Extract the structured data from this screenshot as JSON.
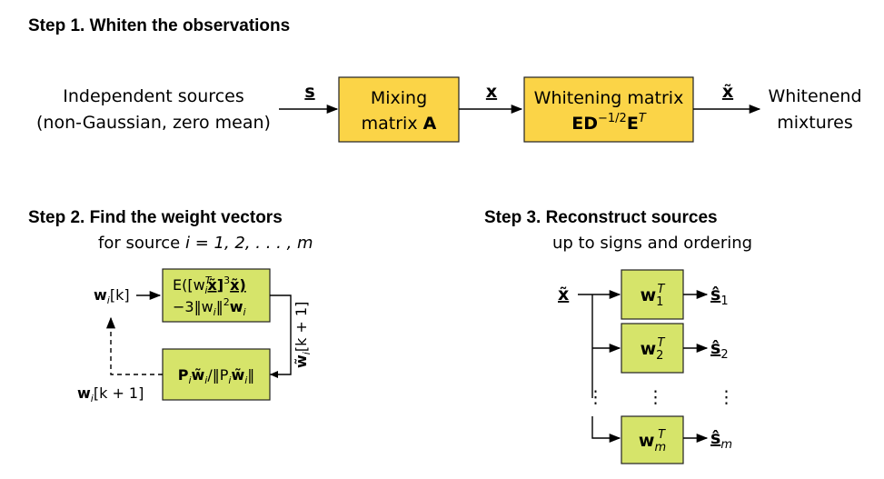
{
  "step1": {
    "title": "Step 1. Whiten the observations",
    "source_line1": "Independent sources",
    "source_line2": "(non-Gaussian, zero mean)",
    "s_label": "s",
    "mixing_line1": "Mixing",
    "mixing_line2_text": "matrix ",
    "mixing_line2_bold": "A",
    "x_label": "x",
    "whitening_line1": "Whitening matrix",
    "whitening_E": "ED",
    "whitening_exp": "−1/2",
    "whitening_E2": "E",
    "whitening_T": "T",
    "xtilde_label": "x̃",
    "out_line1": "Whitenend",
    "out_line2": "mixtures"
  },
  "step2": {
    "title": "Step 2. Find the weight vectors",
    "subtitle_text": "for source ",
    "subtitle_math": "i = 1, 2, . . . , m",
    "input_label": "w",
    "input_sub": "i",
    "input_idx": "[k]",
    "box1_line1": "E([w",
    "box1_line1_rest": "x̃]",
    "box1_line1_end": "x̃)",
    "box1_line2": "−3‖w",
    "box1_line2_end": "‖",
    "box1_line2_w": "w",
    "box2_text": "P",
    "box2_rest": "w̃",
    "box2_div": "/‖P",
    "box2_end": "w̃",
    "box2_close": "‖",
    "feedback_label": "w",
    "feedback_sub": "i",
    "feedback_idx": "[k + 1]",
    "side_label": "w̃",
    "side_sub": "i",
    "side_idx": "[k + 1]"
  },
  "step3": {
    "title": "Step 3. Reconstruct sources",
    "subtitle": "up to signs and ordering",
    "input_label": "x̃",
    "rows": [
      {
        "w": "w",
        "sub": "1",
        "sup": "T",
        "out": "ŝ",
        "out_sub": "1"
      },
      {
        "w": "w",
        "sub": "2",
        "sup": "T",
        "out": "ŝ",
        "out_sub": "2"
      },
      {
        "w": "w",
        "sub": "m",
        "sup": "T",
        "out": "ŝ",
        "out_sub": "m"
      }
    ],
    "ellipsis": "⋮"
  },
  "colors": {
    "yellow": "#fbd447",
    "green": "#d6e46a"
  }
}
